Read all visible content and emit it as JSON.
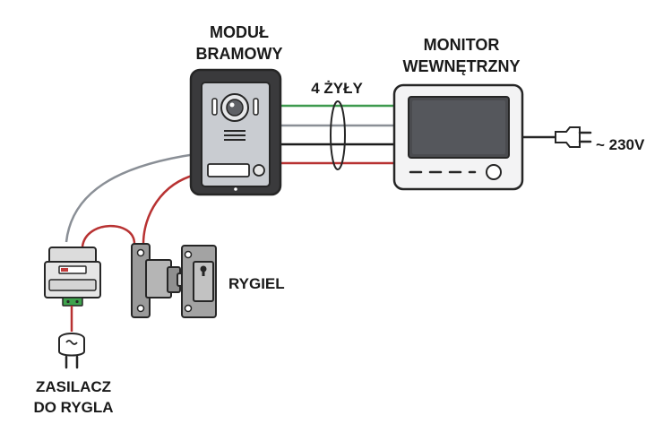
{
  "labels": {
    "gate_module": [
      "MODUŁ",
      "BRAMOWY"
    ],
    "monitor": [
      "MONITOR",
      "WEWNĘTRZNY"
    ],
    "wires": "4 ŻYŁY",
    "mains": "~ 230V",
    "lock": "RYGIEL",
    "lock_psu": [
      "ZASILACZ",
      "DO RYGLA"
    ]
  },
  "colors": {
    "wire_green": "#3e9a4e",
    "wire_grey": "#8a8f96",
    "wire_black": "#1b1b1b",
    "wire_red": "#b83232",
    "outline": "#262626"
  },
  "icons": [
    "camera-lens-icon",
    "speaker-grille-icon",
    "call-button-icon",
    "plug-icon",
    "keyhole-icon"
  ]
}
